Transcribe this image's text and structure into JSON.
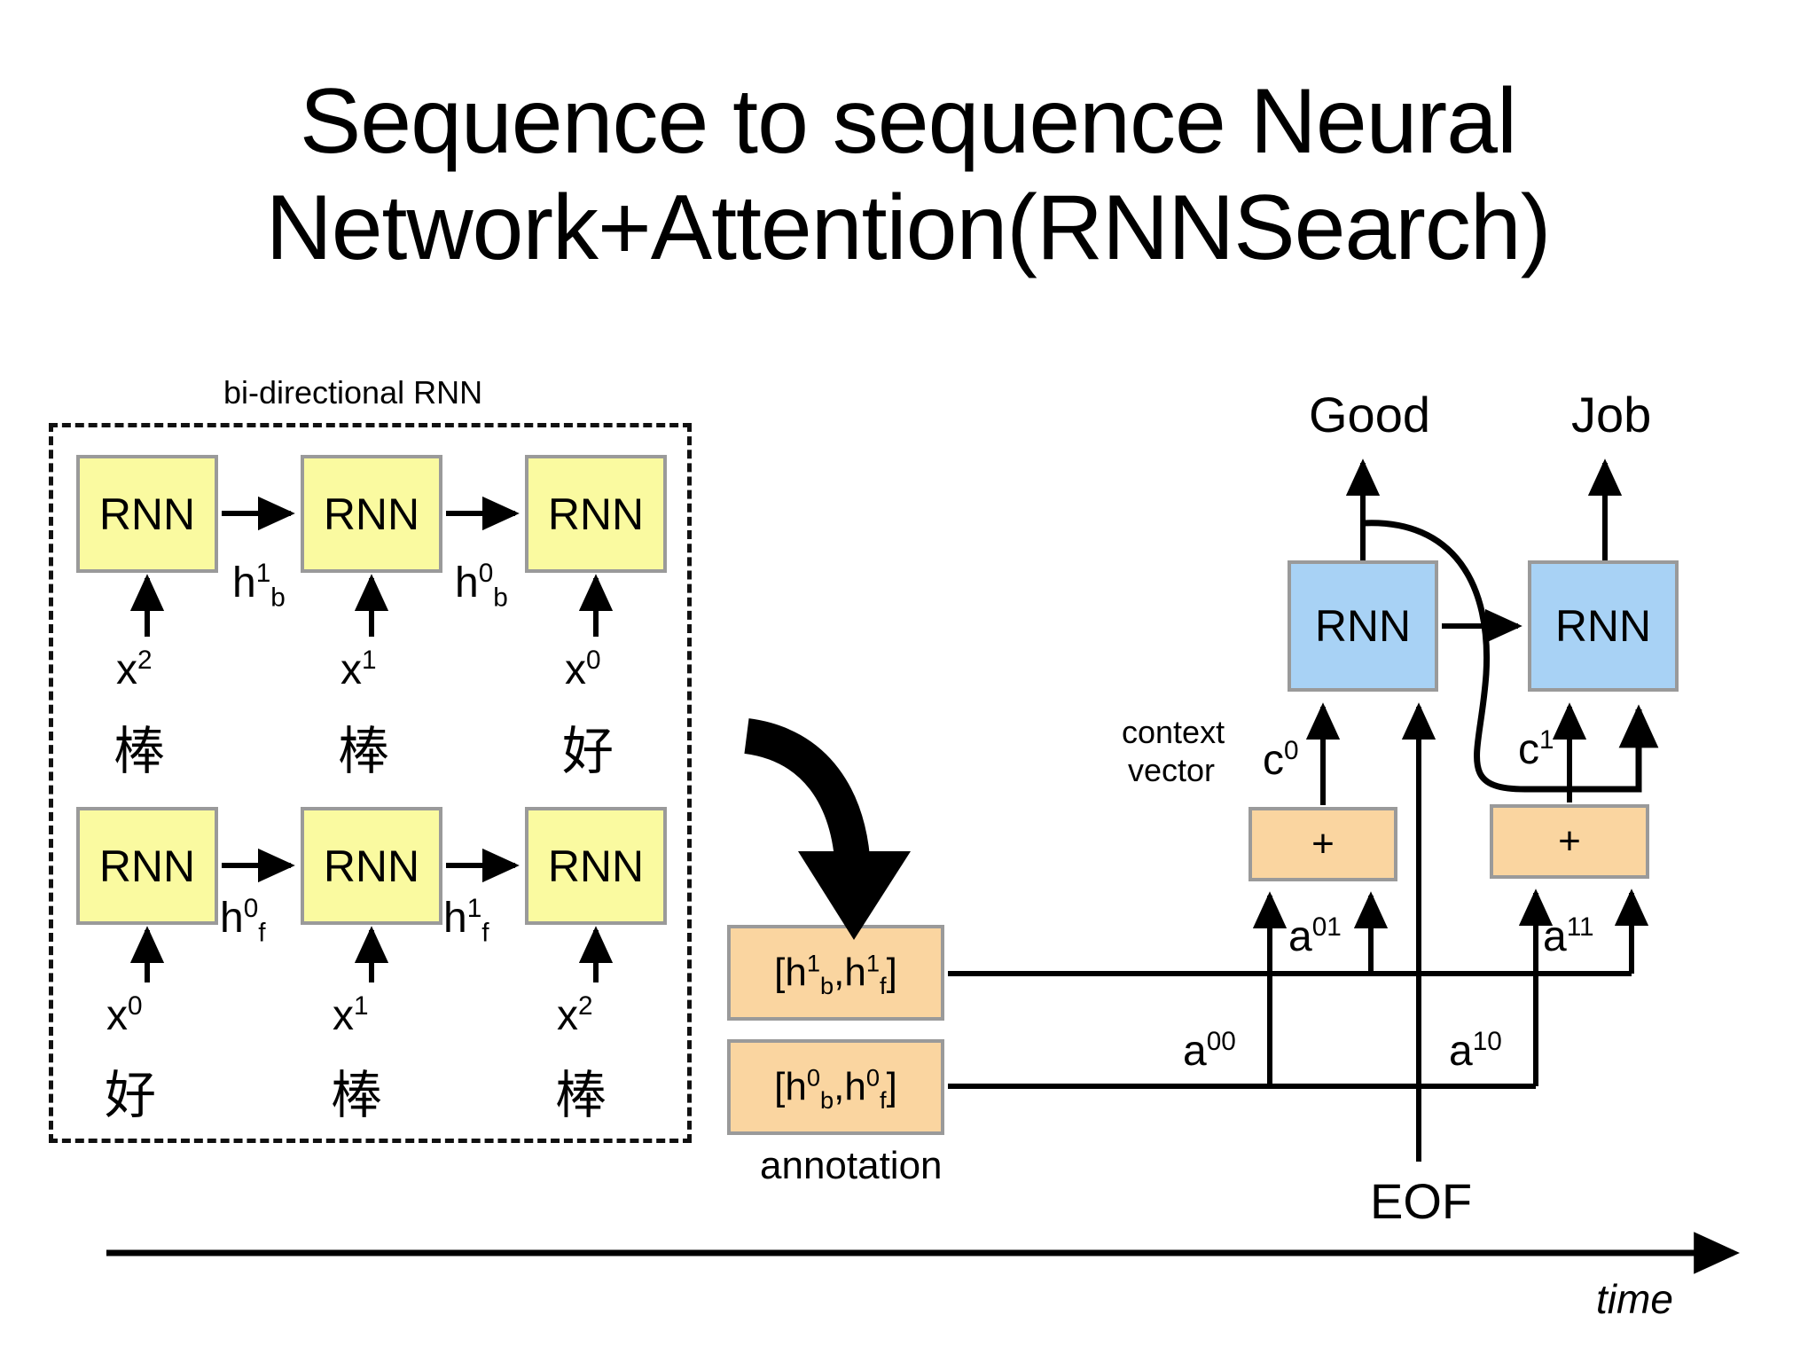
{
  "title": {
    "line1": "Sequence to sequence Neural",
    "line2": "Network+Attention(RNNSearch)"
  },
  "encoder": {
    "group_label": "bi-directional RNN",
    "backward_row": {
      "cells": [
        {
          "label": "RNN"
        },
        {
          "label": "RNN"
        },
        {
          "label": "RNN"
        }
      ],
      "hidden_labels": [
        "h1b",
        "h0b"
      ],
      "inputs": [
        {
          "symbol": "x2",
          "token": "棒"
        },
        {
          "symbol": "x1",
          "token": "棒"
        },
        {
          "symbol": "x0",
          "token": "好"
        }
      ]
    },
    "forward_row": {
      "cells": [
        {
          "label": "RNN"
        },
        {
          "label": "RNN"
        },
        {
          "label": "RNN"
        }
      ],
      "hidden_labels": [
        "h0f",
        "h1f"
      ],
      "inputs": [
        {
          "symbol": "x0",
          "token": "好"
        },
        {
          "symbol": "x1",
          "token": "棒"
        },
        {
          "symbol": "x2",
          "token": "棒"
        }
      ]
    }
  },
  "annotations": {
    "caption": "annotation",
    "boxes": [
      {
        "text": "[h1b,h1f]"
      },
      {
        "text": "[h0b,h0f]"
      }
    ]
  },
  "decoder": {
    "cells": [
      {
        "label": "RNN"
      },
      {
        "label": "RNN"
      }
    ],
    "outputs": [
      "Good",
      "Job"
    ],
    "eof_label": "EOF"
  },
  "attention": {
    "context_label_line1": "context",
    "context_label_line2": "vector",
    "context_vectors": [
      "c0",
      "c1"
    ],
    "sum_symbol": "+",
    "weights": [
      "a00",
      "a01",
      "a10",
      "a11"
    ]
  },
  "axis": {
    "time_label": "time"
  },
  "colors": {
    "encoder_fill": "#fafaa0",
    "decoder_fill": "#a8d2f5",
    "annotation_fill": "#fad5a0",
    "box_border": "#9a9a9a",
    "stroke": "#000000",
    "background": "#ffffff"
  }
}
